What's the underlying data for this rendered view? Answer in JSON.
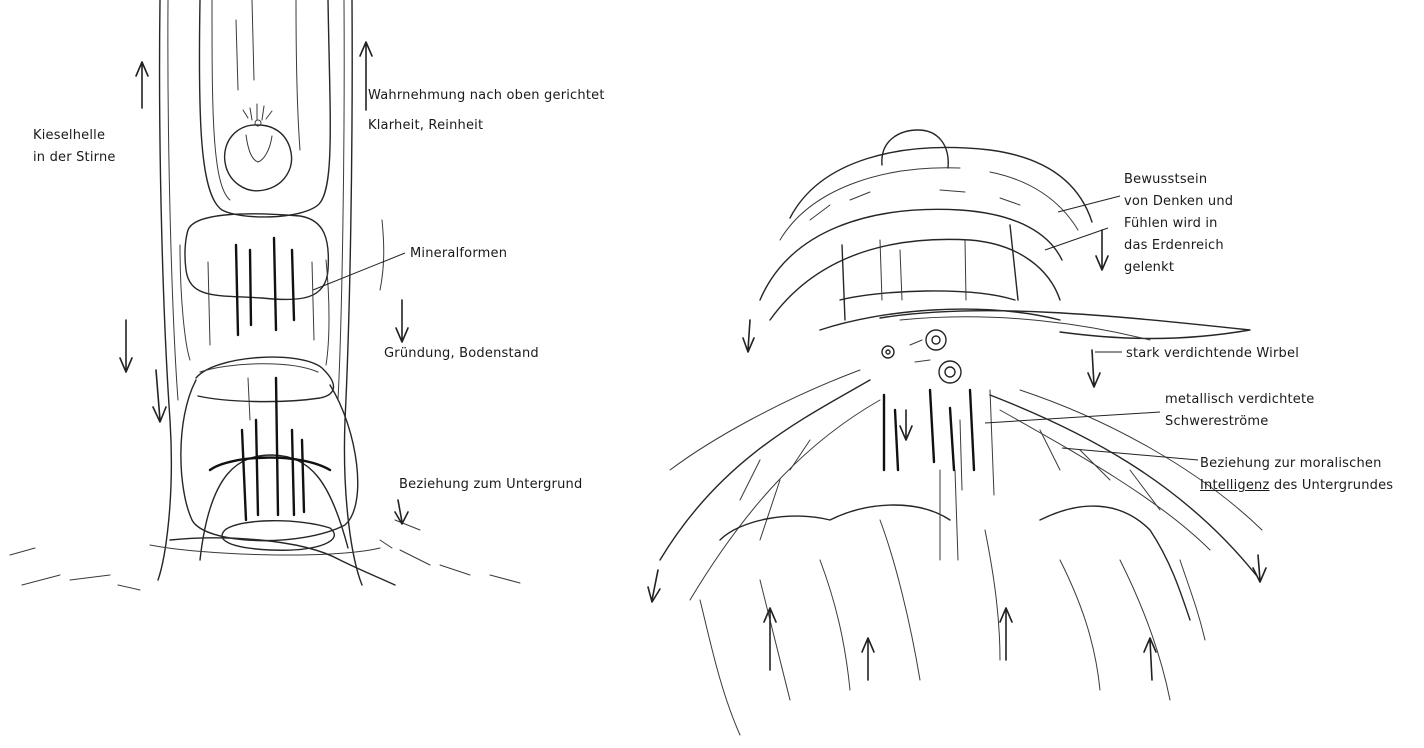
{
  "left_figure": {
    "labels": {
      "kieselhelle_line1": "Kieselhelle",
      "kieselhelle_line2": "in der Stirne",
      "wahrnehmung": "Wahrnehmung nach oben gerichtet",
      "klarheit": "Klarheit,  Reinheit",
      "mineralformen": "Mineralformen",
      "gruendung": "Gründung, Bodenstand",
      "beziehung_untergrund": "Beziehung zum Untergrund"
    }
  },
  "right_figure": {
    "labels": {
      "bewusstsein_1": "Bewusstsein",
      "bewusstsein_2": "von Denken und",
      "bewusstsein_3": "Fühlen wird in",
      "bewusstsein_4": "das Erdenreich",
      "bewusstsein_5": "gelenkt",
      "wirbel": "stark verdichtende Wirbel",
      "metallisch_1": "metallisch verdichtete",
      "metallisch_2": "Schwereströme",
      "moral_1": "Beziehung zur moralischen",
      "moral_2_underlined": "Intelligenz",
      "moral_2_rest": " des Untergrundes"
    }
  },
  "colors": {
    "stroke": "#262626",
    "text": "#1a1a1a",
    "background": "#ffffff"
  }
}
